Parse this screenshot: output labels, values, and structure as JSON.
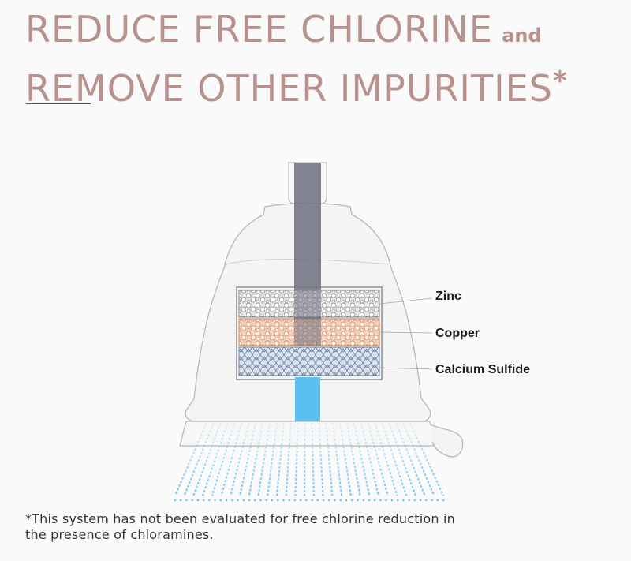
{
  "heading": {
    "line1": "REDUCE FREE CHLORINE",
    "line1_suffix": "and",
    "line2": "REMOVE OTHER IMPURITIES",
    "line2_suffix": "*"
  },
  "layers": [
    {
      "label": "Zinc",
      "color": "#c9c9c9"
    },
    {
      "label": "Copper",
      "color": "#e2a07a"
    },
    {
      "label": "Calcium Sulfide",
      "color": "#8a9bb3"
    }
  ],
  "colors": {
    "heading": "#b8918c",
    "water": "#5bc0f0",
    "core": "#6f7080"
  },
  "footnote": "*This system has not been evaluated for free chlorine reduction in the presence of chloramines."
}
